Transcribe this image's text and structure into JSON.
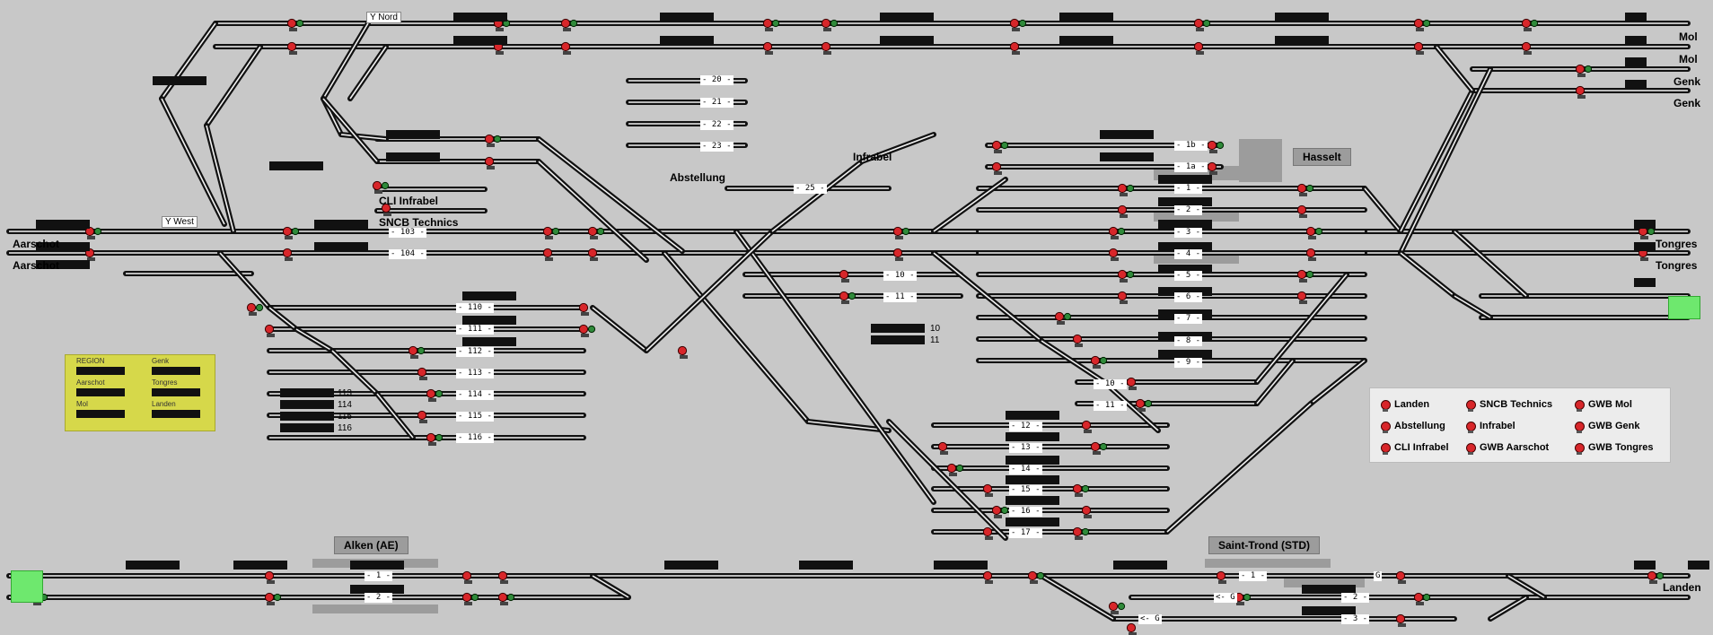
{
  "stations": {
    "hasselt": "Hasselt",
    "alken": "Alken (AE)",
    "saint_trond": "Saint-Trond (STD)"
  },
  "labels": {
    "aarschot_1": "Aarschot",
    "aarschot_2": "Aarschot",
    "mol_1": "Mol",
    "mol_2": "Mol",
    "genk_1": "Genk",
    "genk_2": "Genk",
    "tongres_1": "Tongres",
    "tongres_2": "Tongres",
    "landen": "Landen",
    "cli_infrabel": "CLI Infrabel",
    "sncb_technics": "SNCB Technics",
    "abstellung": "Abstellung",
    "infrabel": "Infrabel",
    "y_west": "Y West",
    "y_nord": "Y Nord"
  },
  "track_labels": {
    "t103": "- 103 -",
    "t104": "- 104 -",
    "t110": "- 110 -",
    "t111": "- 111 -",
    "t112": "- 112 -",
    "t113": "- 113 -",
    "t114": "- 114 -",
    "t115": "- 115 -",
    "t116": "- 116 -",
    "t20": "- 20 -",
    "t21": "- 21 -",
    "t22": "- 22 -",
    "t23": "- 23 -",
    "t25": "- 25 -",
    "t10": "- 10 -",
    "t11": "- 11 -",
    "h1b": "- 1b -",
    "h1a": "- 1a -",
    "h1": "- 1 -",
    "h2": "- 2 -",
    "h3": "- 3 -",
    "h4": "- 4 -",
    "h5": "- 5 -",
    "h6": "- 6 -",
    "h7": "- 7 -",
    "h8": "- 8 -",
    "h9": "- 9 -",
    "h10": "- 10 -",
    "h11": "- 11 -",
    "h12": "- 12 -",
    "h13": "- 13 -",
    "h14": "- 14 -",
    "h15": "- 15 -",
    "h16": "- 16 -",
    "h17": "- 17 -",
    "a1": "- 1 -",
    "a2": "- 2 -",
    "s1": "- 1 -",
    "s2": "- 2 -",
    "s3": "- 3 -",
    "sg1": "G",
    "sg2": "<- G",
    "sg3": "<- G"
  },
  "small_numbers": {
    "n113": "113",
    "n114": "114",
    "n115": "115",
    "n116": "116",
    "n10": "10",
    "n11": "11"
  },
  "region": {
    "title": "REGION",
    "genk": "Genk",
    "aarschot": "Aarschot",
    "tongres": "Tongres",
    "mol": "Mol",
    "landen": "Landen"
  },
  "legend": {
    "landen": "Landen",
    "sncb_technics": "SNCB Technics",
    "gwb_mol": "GWB Mol",
    "abstellung": "Abstellung",
    "infrabel": "Infrabel",
    "gwb_genk": "GWB Genk",
    "cli_infrabel": "CLI Infrabel",
    "gwb_aarschot": "GWB Aarschot",
    "gwb_tongres": "GWB Tongres"
  },
  "colors": {
    "background": "#c8c8c8",
    "track": "#111111",
    "track_core": "#f2f2f2",
    "signal_red": "#d8262a",
    "signal_green": "#2f8a3a",
    "platform": "#9c9c9c",
    "region_panel": "#d6d84a",
    "free_block": "#6ee86e"
  }
}
